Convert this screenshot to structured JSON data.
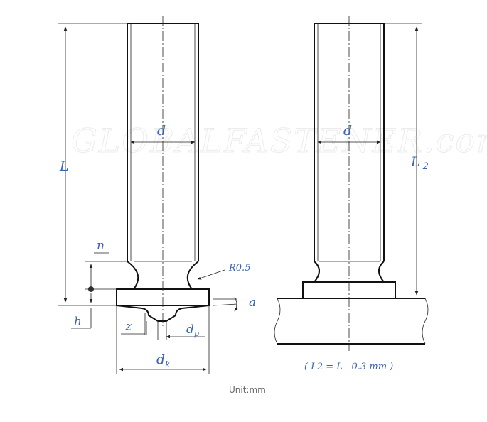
{
  "watermark": "GLOBALFASTENER.com",
  "labels": {
    "L": "L",
    "L2_main": "L",
    "L2_sub": "2",
    "d_left": "d",
    "d_right": "d",
    "n": "n",
    "h": "h",
    "z": "z",
    "dp_main": "d",
    "dp_sub": "p",
    "dk_main": "d",
    "dk_sub": "k",
    "a": "a",
    "radius": "R0.5"
  },
  "note": "( L2 = L - 0.3 mm )",
  "unit": "Unit:mm"
}
